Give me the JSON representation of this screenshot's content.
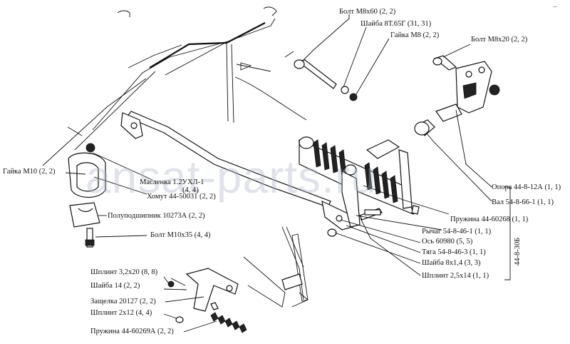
{
  "watermark": "ansat-parts.ru",
  "group_label": "44-8-30Б",
  "corner_mark": "...",
  "labels": {
    "bolt_m8x60": "Болт М8х60 (2, 2)",
    "washer_8t65g": "Шайба 8Т.65Г (31, 31)",
    "nut_m8": "Гайка М8 (2, 2)",
    "bolt_m8x20": "Болт М8х20 (2, 2)",
    "nut_m10": "Гайка М10 (2, 2)",
    "oiler": "Масленка 1.2УХЛ-1",
    "oiler_qty": "(4, 4)",
    "clamp": "Хомут 44-50031 (2, 2)",
    "half_bearing": "Полуподшипник 10273А (2, 2)",
    "bolt_m10x35": "Болт М10х35 (4, 4)",
    "support": "Опора 44-8-12А (1, 1)",
    "shaft": "Вал 54-8-66-1 (1, 1)",
    "spring_60268": "Пружина 44-60268 (1, 1)",
    "lever": "Рычаг 54-8-46-1 (1, 1)",
    "axle": "Ось 60980 (5, 5)",
    "rod": "Тяга 54-8-46-3 (1, 1)",
    "washer_8x14": "Шайба 8х1,4 (3, 3)",
    "cotter_25x14": "Шплинт 2,5х14 (1, 1)",
    "cotter_32x20": "Шплинт 3,2х20 (8, 8)",
    "washer_14": "Шайба 14 (2, 2)",
    "latch": "Защелка 20127 (2, 2)",
    "cotter_2x12": "Шплинт 2х12 (4, 4)",
    "spring_60269a": "Пружина 44-60269А (2, 2)"
  }
}
